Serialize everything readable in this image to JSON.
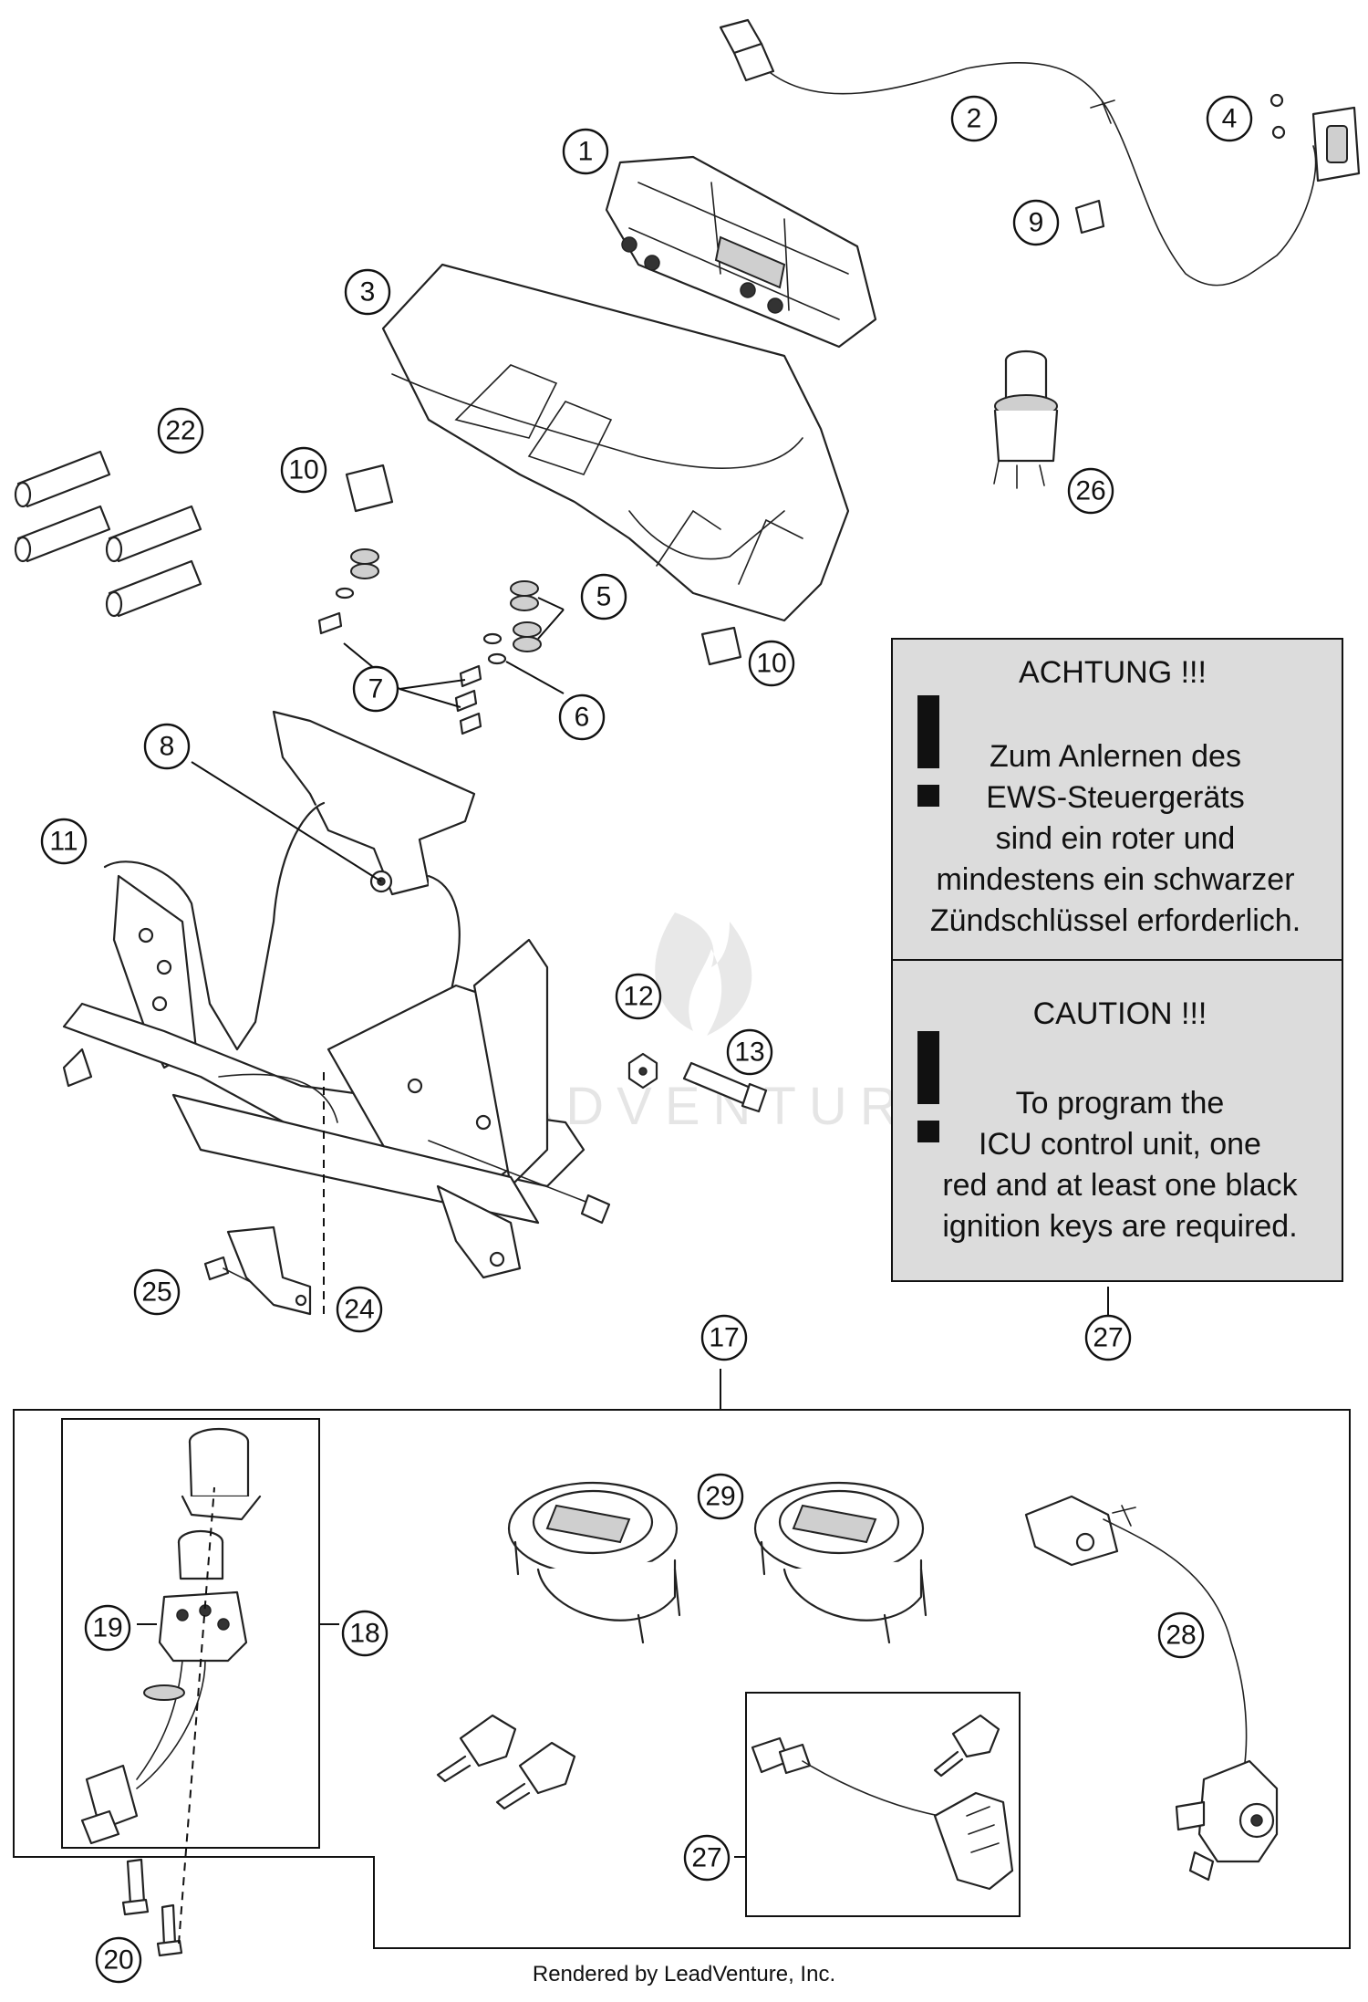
{
  "callouts": [
    {
      "id": "1",
      "label": "1"
    },
    {
      "id": "2",
      "label": "2"
    },
    {
      "id": "3",
      "label": "3"
    },
    {
      "id": "4",
      "label": "4"
    },
    {
      "id": "5",
      "label": "5"
    },
    {
      "id": "6",
      "label": "6"
    },
    {
      "id": "7",
      "label": "7"
    },
    {
      "id": "8",
      "label": "8"
    },
    {
      "id": "9",
      "label": "9"
    },
    {
      "id": "10a",
      "label": "10"
    },
    {
      "id": "10b",
      "label": "10"
    },
    {
      "id": "11",
      "label": "11"
    },
    {
      "id": "12",
      "label": "12"
    },
    {
      "id": "13",
      "label": "13"
    },
    {
      "id": "17",
      "label": "17"
    },
    {
      "id": "18",
      "label": "18"
    },
    {
      "id": "19",
      "label": "19"
    },
    {
      "id": "20",
      "label": "20"
    },
    {
      "id": "22",
      "label": "22"
    },
    {
      "id": "24",
      "label": "24"
    },
    {
      "id": "25",
      "label": "25"
    },
    {
      "id": "26",
      "label": "26"
    },
    {
      "id": "27a",
      "label": "27"
    },
    {
      "id": "27b",
      "label": "27"
    },
    {
      "id": "28",
      "label": "28"
    },
    {
      "id": "29",
      "label": "29"
    }
  ],
  "notice": {
    "de_title": "ACHTUNG !!!",
    "de_lines": [
      "Zum Anlernen des",
      "EWS-Steuergeräts",
      "sind ein roter und",
      "mindestens ein schwarzer",
      "Zündschlüssel erforderlich."
    ],
    "en_title": "CAUTION !!!",
    "en_lines": [
      "To program the",
      "ICU control unit, one",
      "red and at least one black",
      "ignition keys are required."
    ]
  },
  "watermark": "LEADVENTURE",
  "footer": "Rendered by LeadVenture, Inc."
}
